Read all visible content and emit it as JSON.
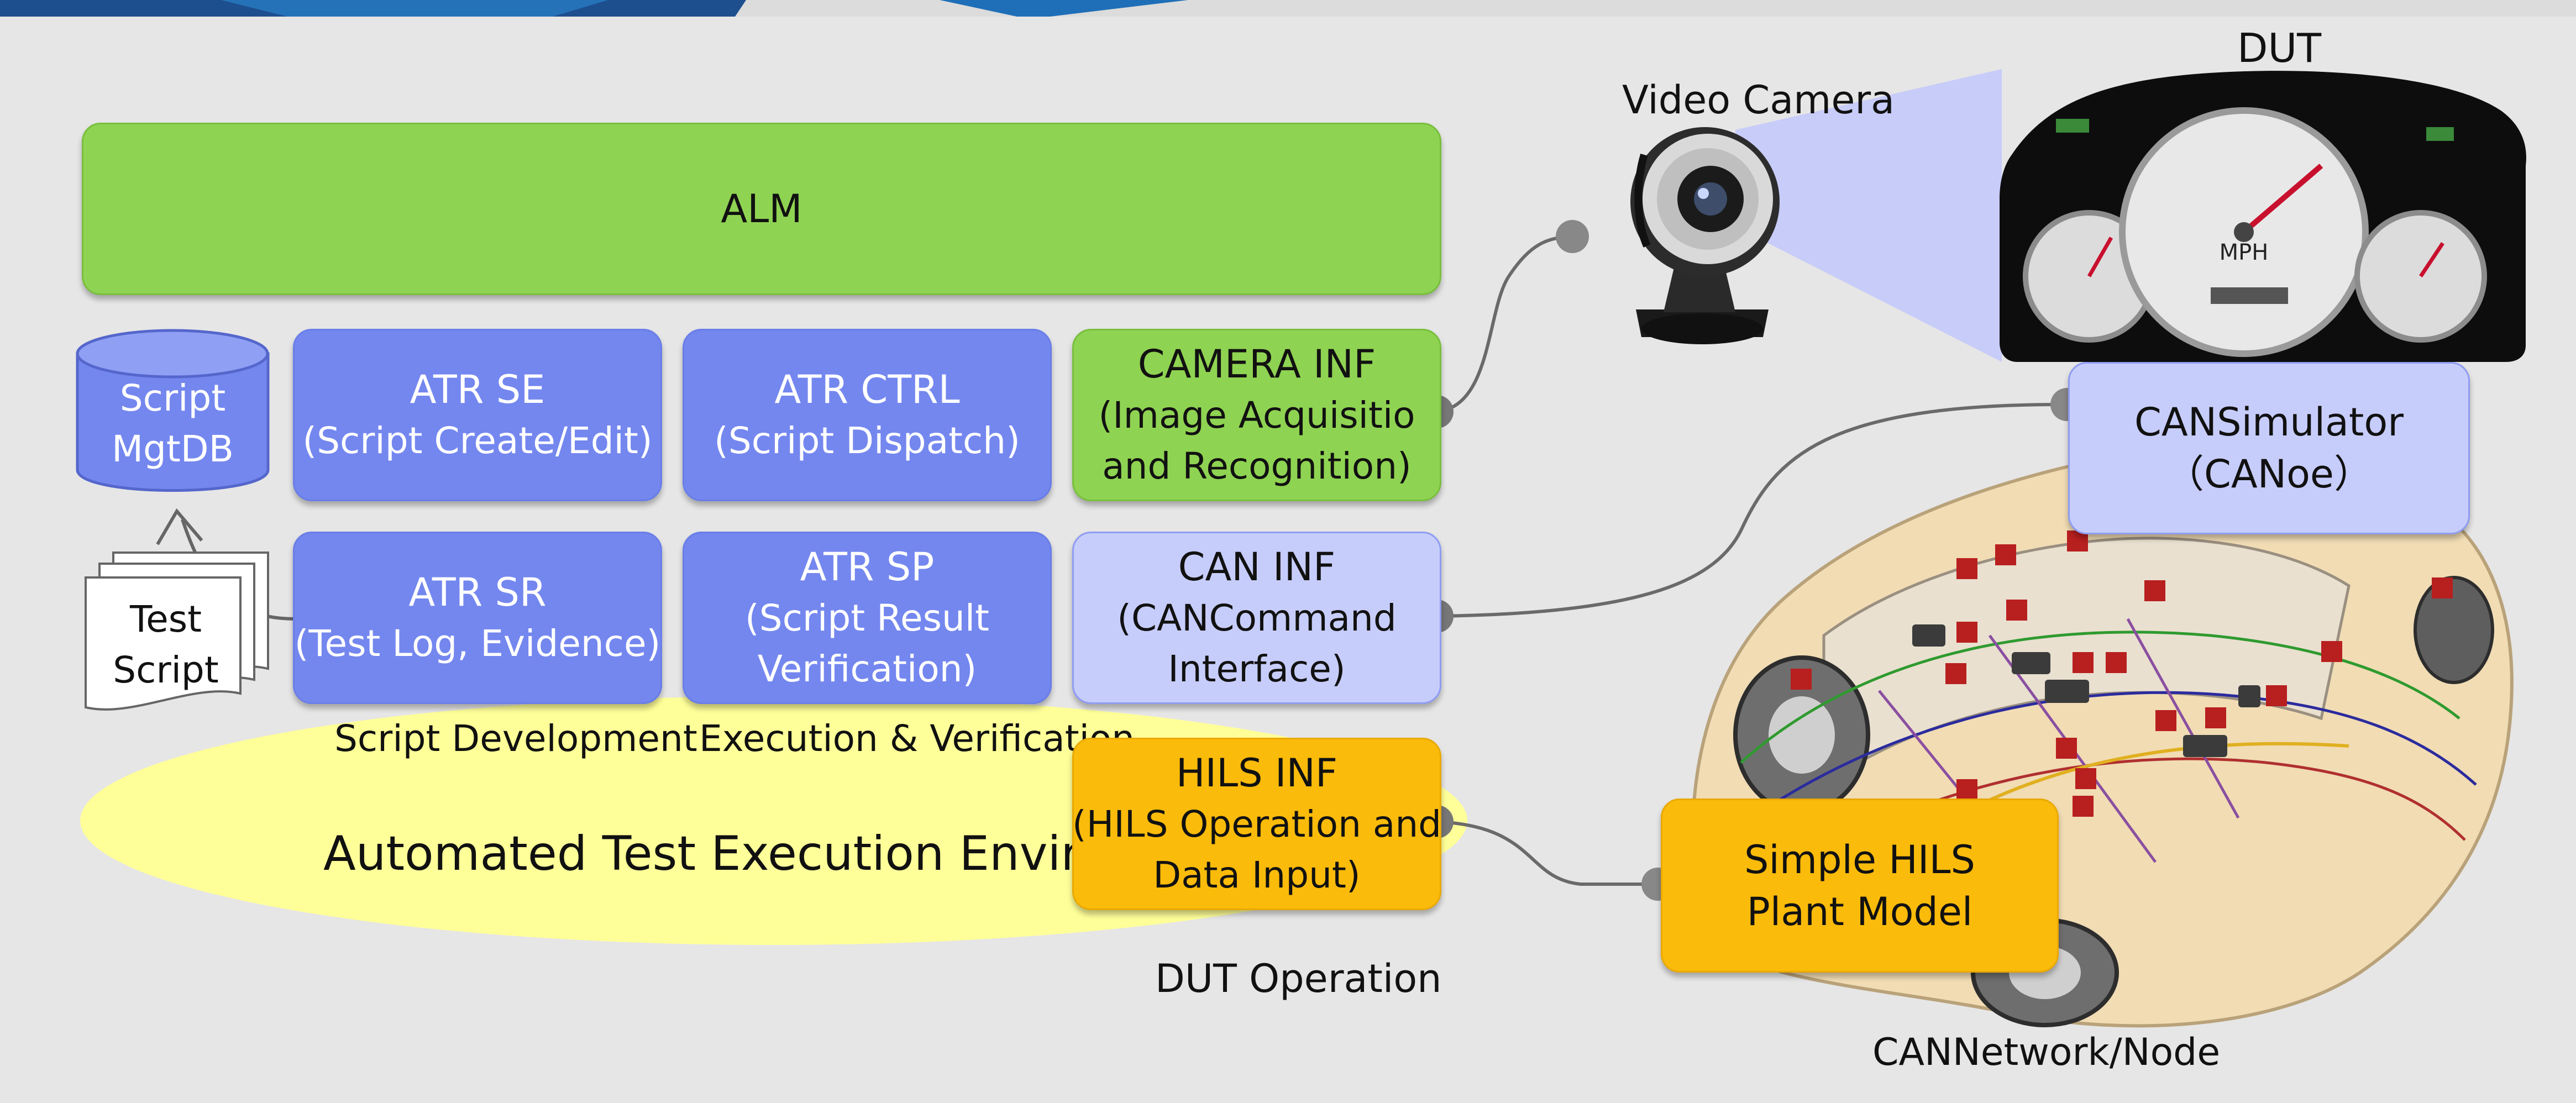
{
  "alm": "ALM",
  "db": {
    "line1": "Script",
    "line2": "MgtDB"
  },
  "test_script": {
    "line1": "Test",
    "line2": "Script"
  },
  "atr_se": {
    "line1": "ATR  SE",
    "line2": "(Script Create/Edit)"
  },
  "atr_ctrl": {
    "line1": "ATR  CTRL",
    "line2": "(Script Dispatch)"
  },
  "camera_inf": {
    "line1": "CAMERA INF",
    "line2": "(Image Acquisitio",
    "line3": "and Recognition)"
  },
  "atr_sr": {
    "line1": "ATR  SR",
    "line2": "(Test Log, Evidence)"
  },
  "atr_sp": {
    "line1": "ATR  SP",
    "line2": "(Script Result",
    "line3": "Verification)"
  },
  "can_inf": {
    "line1": "CAN INF",
    "line2": "(CANCommand",
    "line3": "Interface)"
  },
  "hils_inf": {
    "line1": "HILS INF",
    "line2": "(HILS Operation and",
    "line3": "Data Input)"
  },
  "script_development": "Script Development",
  "execution_verification": "Execution & Verification",
  "environment": "Automated Test Execution Environment",
  "dut_operation": "DUT Operation",
  "video_camera": "Video Camera",
  "dut": "DUT",
  "can_simulator": {
    "line1": "CANSimulator",
    "line2": "（CANoe）"
  },
  "hils_plant": {
    "line1": "Simple HILS",
    "line2": "Plant Model"
  },
  "can_network": "CANNetwork/Node",
  "gauge": {
    "mph": "MPH"
  },
  "colors": {
    "background": "#e6e6e6",
    "alm_green": "#8fd352",
    "atr_blue": "#7487ef",
    "light_blue": "#c7cdfb",
    "orange": "#fbbb0a",
    "ellipse_yellow": "#ffff99",
    "camera_beam": "#c8ccf8"
  }
}
